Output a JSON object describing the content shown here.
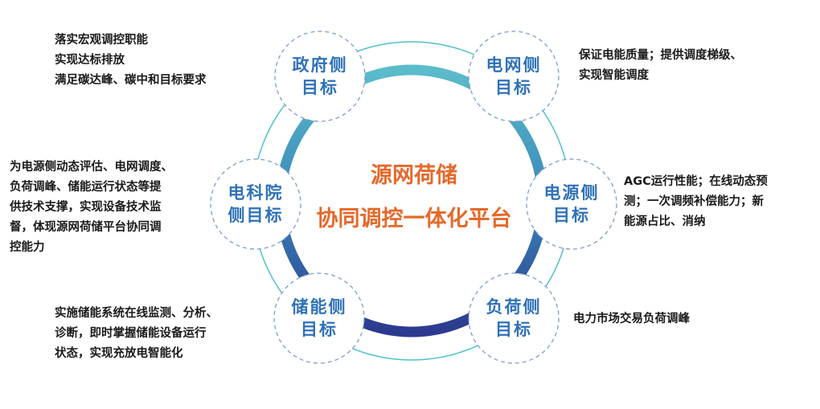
{
  "center": {
    "line1": "源网荷储",
    "line2": "协同调控一体化平台"
  },
  "nodes": {
    "government": {
      "line1": "政府侧",
      "line2": "目标",
      "desc": [
        "落实宏观调控职能",
        "实现达标排放",
        "满足碳达峰、碳中和目标要求"
      ]
    },
    "grid": {
      "line1": "电网侧",
      "line2": "目标",
      "desc": [
        "保证电能质量；提供调度梯级、",
        "实现智能调度"
      ]
    },
    "institute": {
      "line1": "电科院",
      "line2": "侧目标",
      "desc": [
        "为电源侧动态评估、电网调度、",
        "负荷调峰、储能运行状态等提",
        "供技术支撑，实现设备技术监",
        "督，体现源网荷储平台协同调",
        "控能力"
      ]
    },
    "source": {
      "line1": "电源侧",
      "line2": "目标",
      "desc": [
        "AGC运行性能；在线动态预",
        "测；一次调频补偿能力；新",
        "能源占比、消纳"
      ]
    },
    "storage": {
      "line1": "储能侧",
      "line2": "目标",
      "desc": [
        "实施储能系统在线监测、分析、",
        "诊断，即时掌握储能设备运行",
        "状态，实现充放电智能化"
      ]
    },
    "load": {
      "line1": "负荷侧",
      "line2": "目标",
      "desc": [
        "电力市场交易负荷调峰"
      ]
    }
  },
  "colors": {
    "ring_top": "#5bbccb",
    "ring_bottom": "#2b3a8f",
    "node_text": "#2f72b8",
    "center_text": "#e5692a",
    "thin_ring": "#4fc0c8"
  }
}
